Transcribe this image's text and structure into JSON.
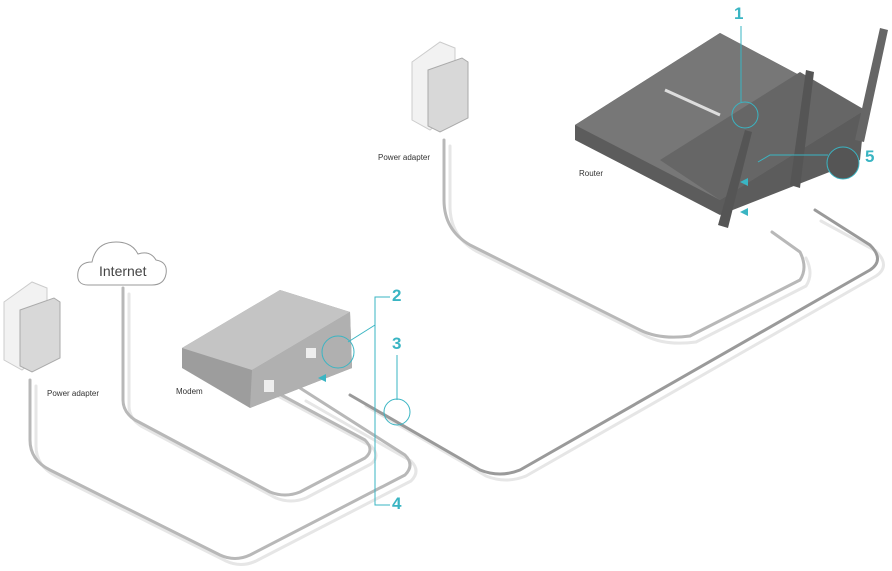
{
  "labels": {
    "power_adapter_router": "Power adapter",
    "power_adapter_modem": "Power adapter",
    "router": "Router",
    "modem": "Modem",
    "internet": "Internet"
  },
  "callouts": [
    "1",
    "2",
    "3",
    "4",
    "5"
  ],
  "colors": {
    "accent": "#3ab5c3",
    "device": "#6b6b6b",
    "cable": "#b5b5b5"
  }
}
